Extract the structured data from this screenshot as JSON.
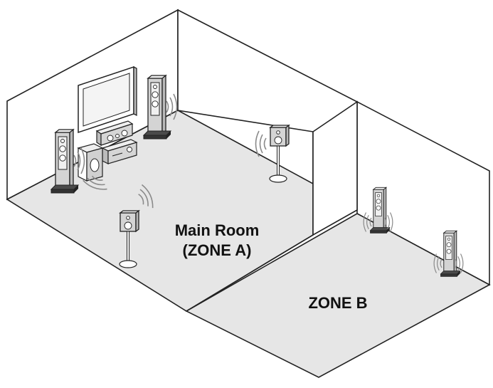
{
  "labels": {
    "main_room_line1": "Main Room",
    "main_room_line2": "(ZONE A)",
    "zone_b": "ZONE B"
  },
  "colors": {
    "floor": "#e6e6e6",
    "wall": "#ffffff",
    "outline": "#222222",
    "speaker_body": "#d4d4d4",
    "speaker_face": "#f0f0f0",
    "wave": "#8a8a8a"
  },
  "icons": {
    "tower_speaker": "tower-speaker-icon",
    "bookshelf_speaker": "bookshelf-speaker-icon",
    "tv": "tv-icon",
    "av_receiver": "av-receiver-icon",
    "subwoofer": "subwoofer-icon",
    "sound_wave": "sound-wave-icon"
  }
}
